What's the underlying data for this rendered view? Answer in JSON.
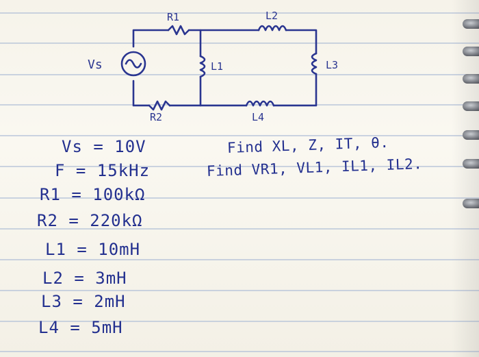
{
  "circuit": {
    "source_label": "Vs",
    "labels": {
      "r1": "R1",
      "r2": "R2",
      "l1": "L1",
      "l2": "L2",
      "l3": "L3",
      "l4": "L4"
    }
  },
  "given": [
    "Vs = 10V",
    "F = 15kHz",
    "R1 = 100kΩ",
    "R2 = 220kΩ",
    "L1 = 10mH",
    "L2 = 3mH",
    "L3 = 2mH",
    "L4 = 5mH"
  ],
  "tasks": [
    "Find XL, Z, IT, θ.",
    "Find VR1, VL1, IL1, IL2."
  ],
  "colors": {
    "ink": "#23308f",
    "rule": "#b9c6d9",
    "paper": "#f6f3ea"
  }
}
